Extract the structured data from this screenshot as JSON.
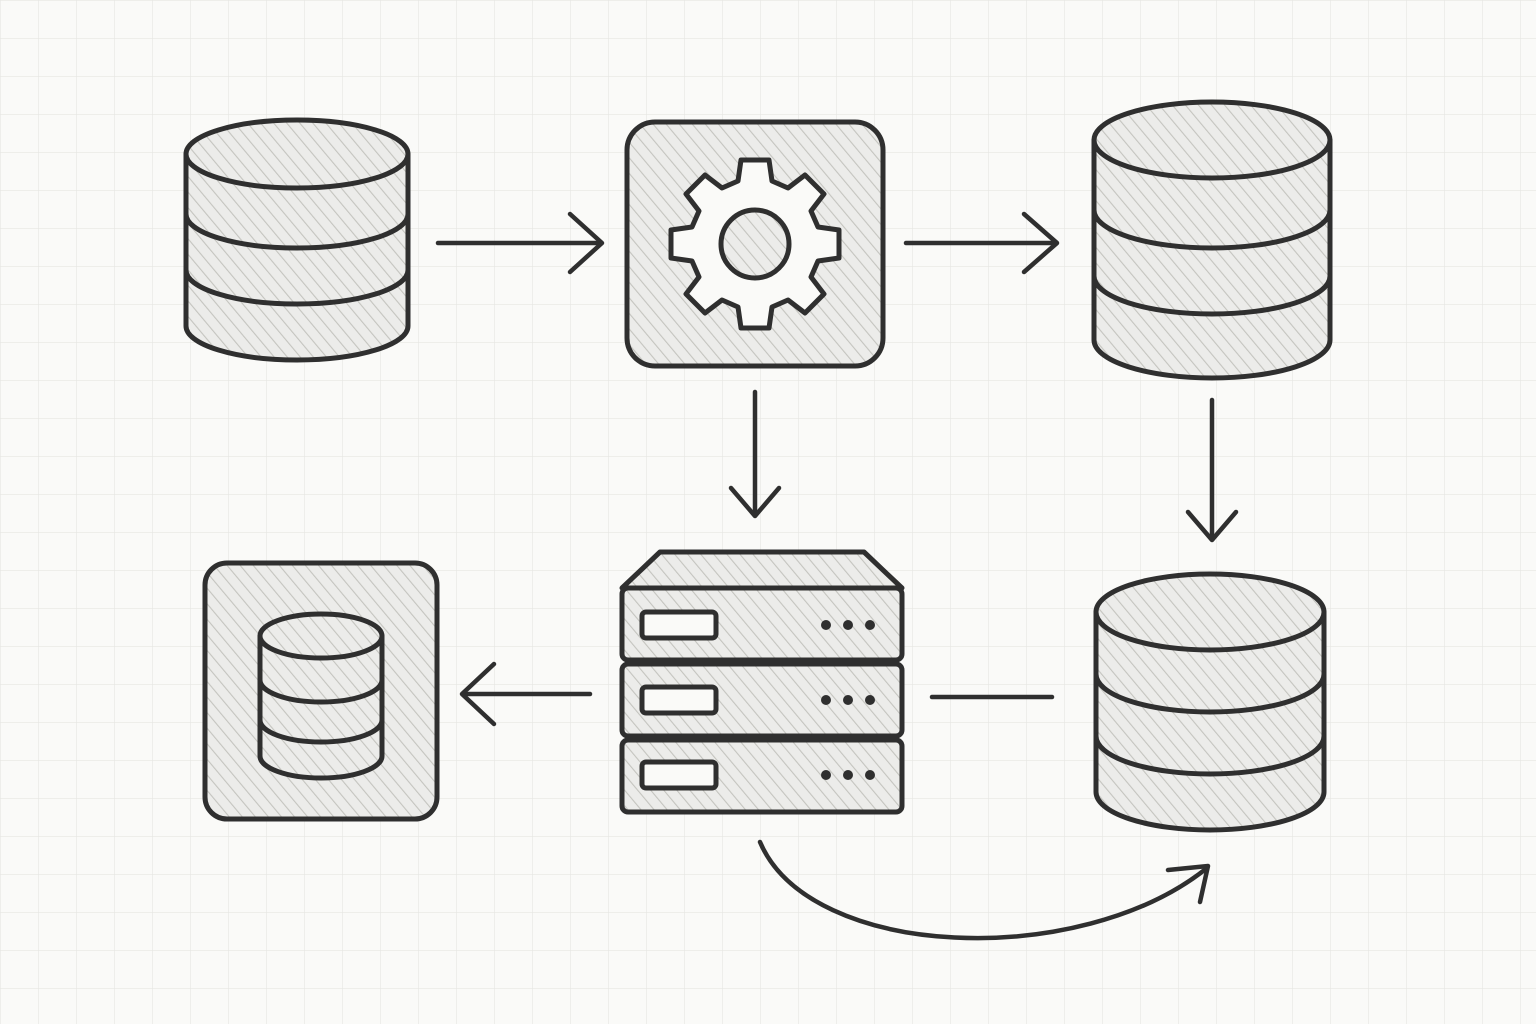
{
  "colors": {
    "background": "#fafaf8",
    "grid": "#e6e6e2",
    "ink": "#2f2f2f",
    "shade": "#ececea",
    "hatch": "#bdbdb8"
  },
  "nodes": [
    {
      "id": "source-database",
      "icon": "database-icon"
    },
    {
      "id": "processing-service",
      "icon": "gear-icon"
    },
    {
      "id": "target-database",
      "icon": "database-icon"
    },
    {
      "id": "archive-database",
      "icon": "database-icon"
    },
    {
      "id": "server-rack",
      "icon": "server-icon"
    },
    {
      "id": "backup-storage",
      "icon": "database-icon"
    }
  ],
  "edges": [
    {
      "from": "source-database",
      "to": "processing-service"
    },
    {
      "from": "processing-service",
      "to": "target-database"
    },
    {
      "from": "processing-service",
      "to": "server-rack"
    },
    {
      "from": "target-database",
      "to": "archive-database"
    },
    {
      "from": "archive-database",
      "to": "server-rack",
      "arrowhead": false
    },
    {
      "from": "server-rack",
      "to": "backup-storage"
    },
    {
      "from": "server-rack",
      "to": "archive-database",
      "curved": true
    }
  ]
}
